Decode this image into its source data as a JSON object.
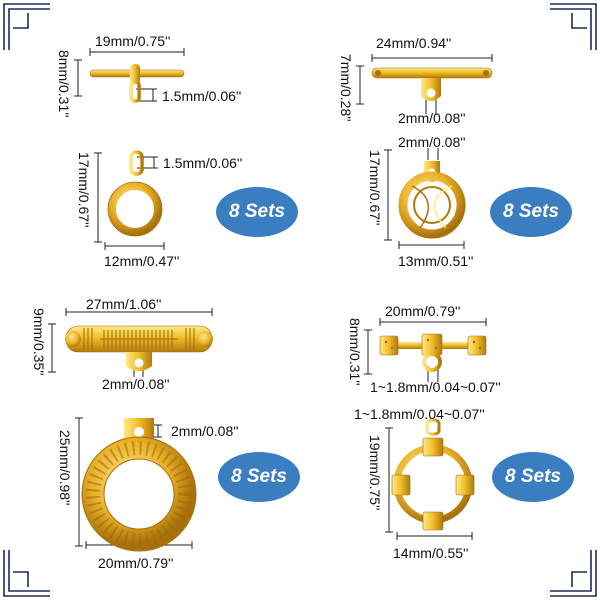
{
  "colors": {
    "gold_light": "#ffe27a",
    "gold": "#e5ad1a",
    "gold_dark": "#a8700a",
    "border": "#1d2b5e",
    "badge": "#3a7dc0"
  },
  "labels": {
    "bar1_width": "19mm/0.75''",
    "bar1_height": "8mm/0.31''",
    "bar1_hole": "1.5mm/0.06''",
    "bar2_width": "24mm/0.94''",
    "bar2_height": "7mm/0.28''",
    "bar2_hole": "2mm/0.08''",
    "ring1_hole": "1.5mm/0.06''",
    "ring1_height": "17mm/0.67''",
    "ring1_width": "12mm/0.47''",
    "ring2_hole": "2mm/0.08''",
    "ring2_height": "17mm/0.67''",
    "ring2_width": "13mm/0.51''",
    "bar3_width": "27mm/1.06''",
    "bar3_height": "9mm/0.35''",
    "bar3_hole": "2mm/0.08''",
    "bar4_width": "20mm/0.79''",
    "bar4_height": "8mm/0.31''",
    "bar4_hole": "1~1.8mm/0.04~0.07''",
    "ring3_hole": "2mm/0.08''",
    "ring3_height": "25mm/0.98''",
    "ring3_width": "20mm/0.79''",
    "ring4_hole": "1~1.8mm/0.04~0.07''",
    "ring4_height": "19mm/0.75''",
    "ring4_width": "14mm/0.55''"
  },
  "badges": {
    "b1": "8 Sets",
    "b2": "8 Sets",
    "b3": "8 Sets",
    "b4": "8 Sets"
  }
}
